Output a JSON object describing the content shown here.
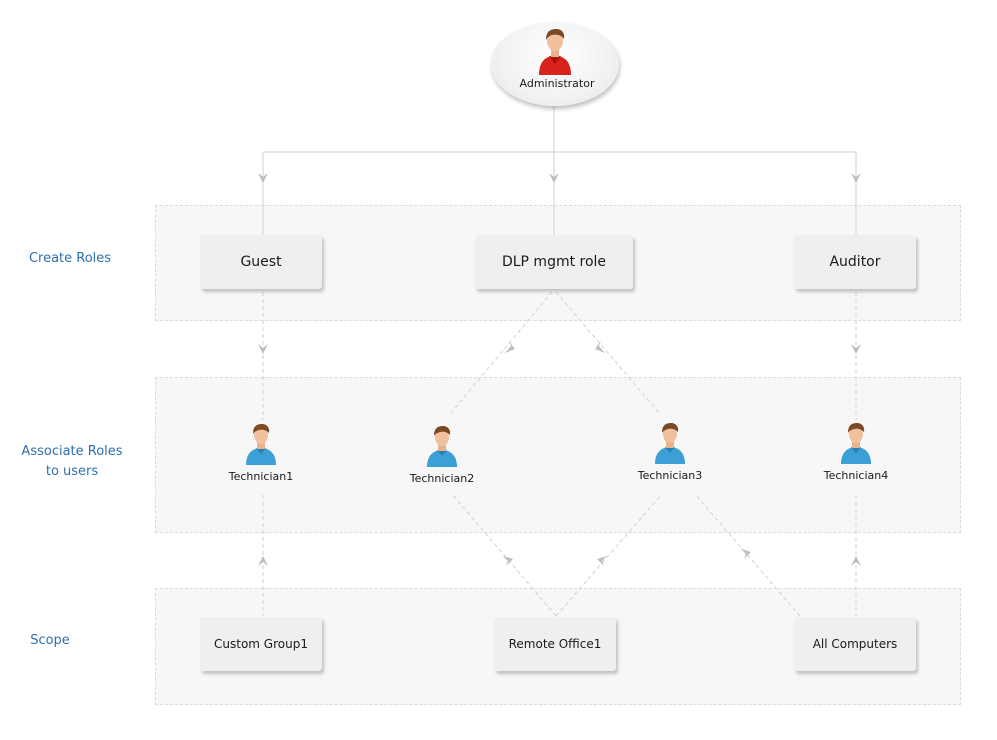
{
  "bands": {
    "create_roles_label": "Create Roles",
    "associate_label": "Associate Roles\nto users",
    "scope_label": "Scope"
  },
  "administrator": {
    "label": "Administrator",
    "icon": "red-user-icon"
  },
  "roles": [
    {
      "label": "Guest"
    },
    {
      "label": "DLP mgmt role"
    },
    {
      "label": "Auditor"
    }
  ],
  "users": [
    {
      "label": "Technician1",
      "icon": "blue-user-icon"
    },
    {
      "label": "Technician2",
      "icon": "blue-user-icon"
    },
    {
      "label": "Technician3",
      "icon": "blue-user-icon"
    },
    {
      "label": "Technician4",
      "icon": "blue-user-icon"
    }
  ],
  "scopes": [
    {
      "label": "Custom Group1"
    },
    {
      "label": "Remote Office1"
    },
    {
      "label": "All Computers"
    }
  ],
  "colors": {
    "label_blue": "#2f6fae",
    "admin_shirt": "#d9221c",
    "user_shirt": "#3aa0d6",
    "connector": "#cfcfcf"
  }
}
